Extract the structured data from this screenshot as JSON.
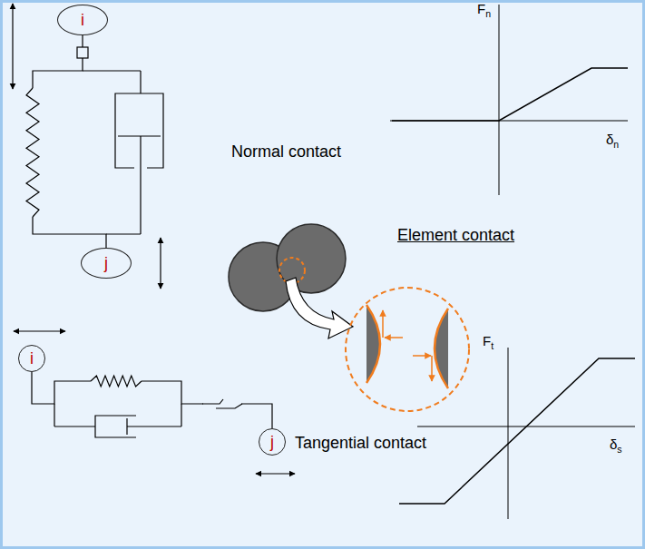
{
  "diagram": {
    "nodes": [
      {
        "text": [
          "i"
        ]
      },
      {
        "text": [
          "j"
        ]
      },
      {
        "text": [
          "i"
        ]
      },
      {
        "text": [
          "j"
        ]
      }
    ],
    "edges": [
      {
        "from": 0,
        "to": 1,
        "arrow": "none"
      },
      {
        "from": 2,
        "to": 3,
        "arrow": "none"
      }
    ],
    "labels": [
      "Normal contact",
      "Fn",
      "δn",
      "Element contact",
      "Ft",
      "δs",
      "Tangential contact"
    ]
  }
}
